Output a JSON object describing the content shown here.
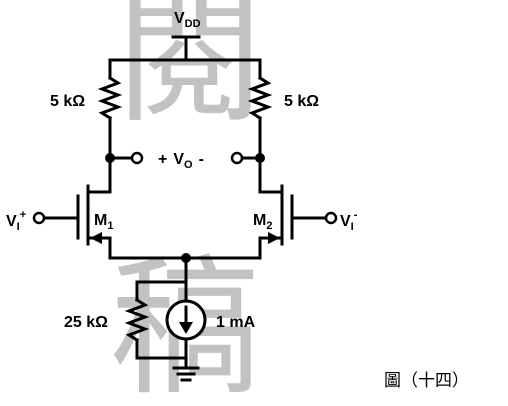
{
  "diagram": {
    "vdd": {
      "main": "V",
      "sub": "DD"
    },
    "r_left": "5 kΩ",
    "r_right": "5 kΩ",
    "output": {
      "plus": "+",
      "main": "V",
      "sub": "O",
      "minus": "-"
    },
    "input_left": {
      "main": "V",
      "sub": "I",
      "sup": "+"
    },
    "input_right": {
      "main": "V",
      "sub": "I",
      "sup": "-"
    },
    "m1": {
      "main": "M",
      "sub": "1"
    },
    "m2": {
      "main": "M",
      "sub": "2"
    },
    "r_tail": "25 kΩ",
    "current_source": "1 mA",
    "watermark": [
      "閱",
      "稿"
    ],
    "caption": "圖（十四）"
  }
}
